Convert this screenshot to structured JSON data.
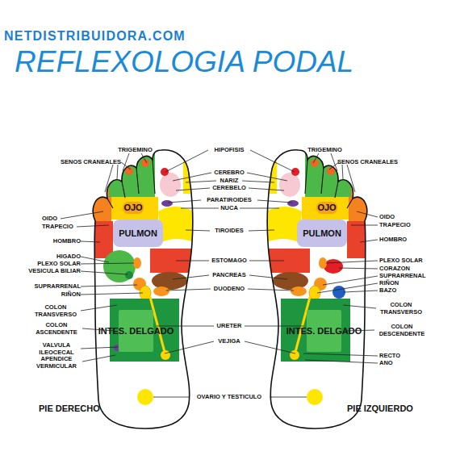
{
  "diagram": {
    "title": "REFLEXOLOGIA PODAL",
    "nodes": [
      {
        "text": [
          "PIE DERECHO"
        ]
      },
      {
        "text": [
          "OJO"
        ],
        "in": 0
      },
      {
        "text": [
          "PULMON"
        ],
        "in": 0
      },
      {
        "text": [
          "INTES. DELGADO"
        ],
        "in": 0
      },
      {
        "text": [
          "PIE IZQUIERDO"
        ]
      },
      {
        "text": [
          "OJO"
        ],
        "in": 4
      },
      {
        "text": [
          "PULMON"
        ],
        "in": 4
      },
      {
        "text": [
          "INTES. DELGADO"
        ],
        "in": 4
      }
    ],
    "labels": [
      "NETDISTRIBUIDORA.COM",
      "TRIGEMINO",
      "SENOS CRANEALES",
      "OIDO",
      "TRAPECIO",
      "HOMBRO",
      "HIGADO",
      "PLEXO SOLAR",
      "VESICULA BILIAR",
      "SUPRARRENAL",
      "RIÑON",
      "COLON TRANSVERSO",
      "COLON ASCENDENTE",
      "VALVULA ILEOCECAL",
      "APENDICE VERMICULAR",
      "HIPOFISIS",
      "CEREBRO",
      "NARIZ",
      "CEREBELO",
      "PARATIROIDES",
      "NUCA",
      "TIROIDES",
      "ESTOMAGO",
      "PANCREAS",
      "DUODENO",
      "URETER",
      "VEJIGA",
      "OVARIO Y TESTICULO",
      "TRIGEMINO",
      "SENOS CRANEALES",
      "OIDO",
      "TRAPECIO",
      "HOMBRO",
      "PLEXO SOLAR",
      "CORAZON",
      "SUPRARRENAL",
      "RIÑON",
      "BAZO",
      "COLON TRANSVERSO",
      "COLON DESCENDENTE",
      "RECTO",
      "ANO"
    ]
  }
}
